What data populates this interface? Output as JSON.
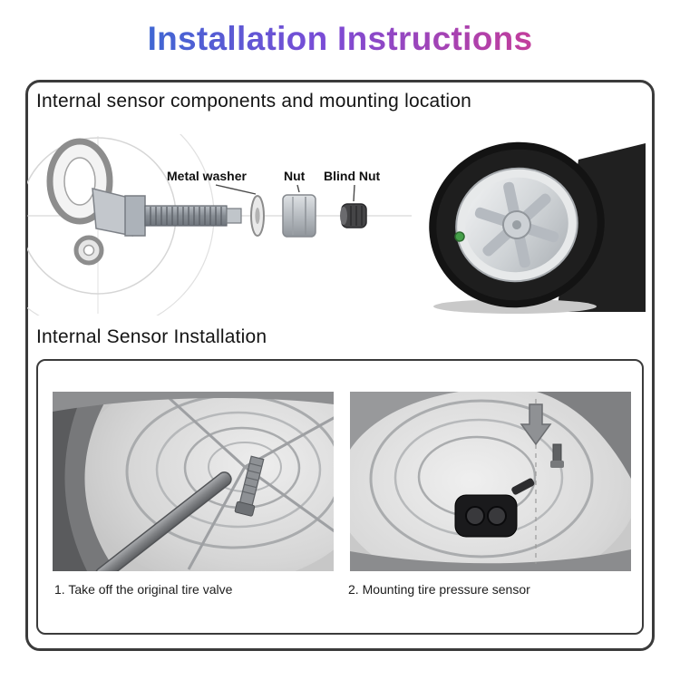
{
  "title": "Installation Instructions",
  "colors": {
    "title_gradient_start": "#2e6fd2",
    "title_gradient_mid": "#7b4bd6",
    "title_gradient_end": "#d53a8c",
    "box_border": "#3b3b3b"
  },
  "components_section": {
    "heading": "Internal sensor components and mounting location",
    "part_labels": {
      "metal_washer": "Metal washer",
      "nut": "Nut",
      "blind_nut": "Blind Nut"
    }
  },
  "installation_section": {
    "heading": "Internal Sensor Installation",
    "steps": [
      {
        "caption": "1. Take off the original tire valve"
      },
      {
        "caption": "2. Mounting tire pressure sensor"
      }
    ]
  }
}
